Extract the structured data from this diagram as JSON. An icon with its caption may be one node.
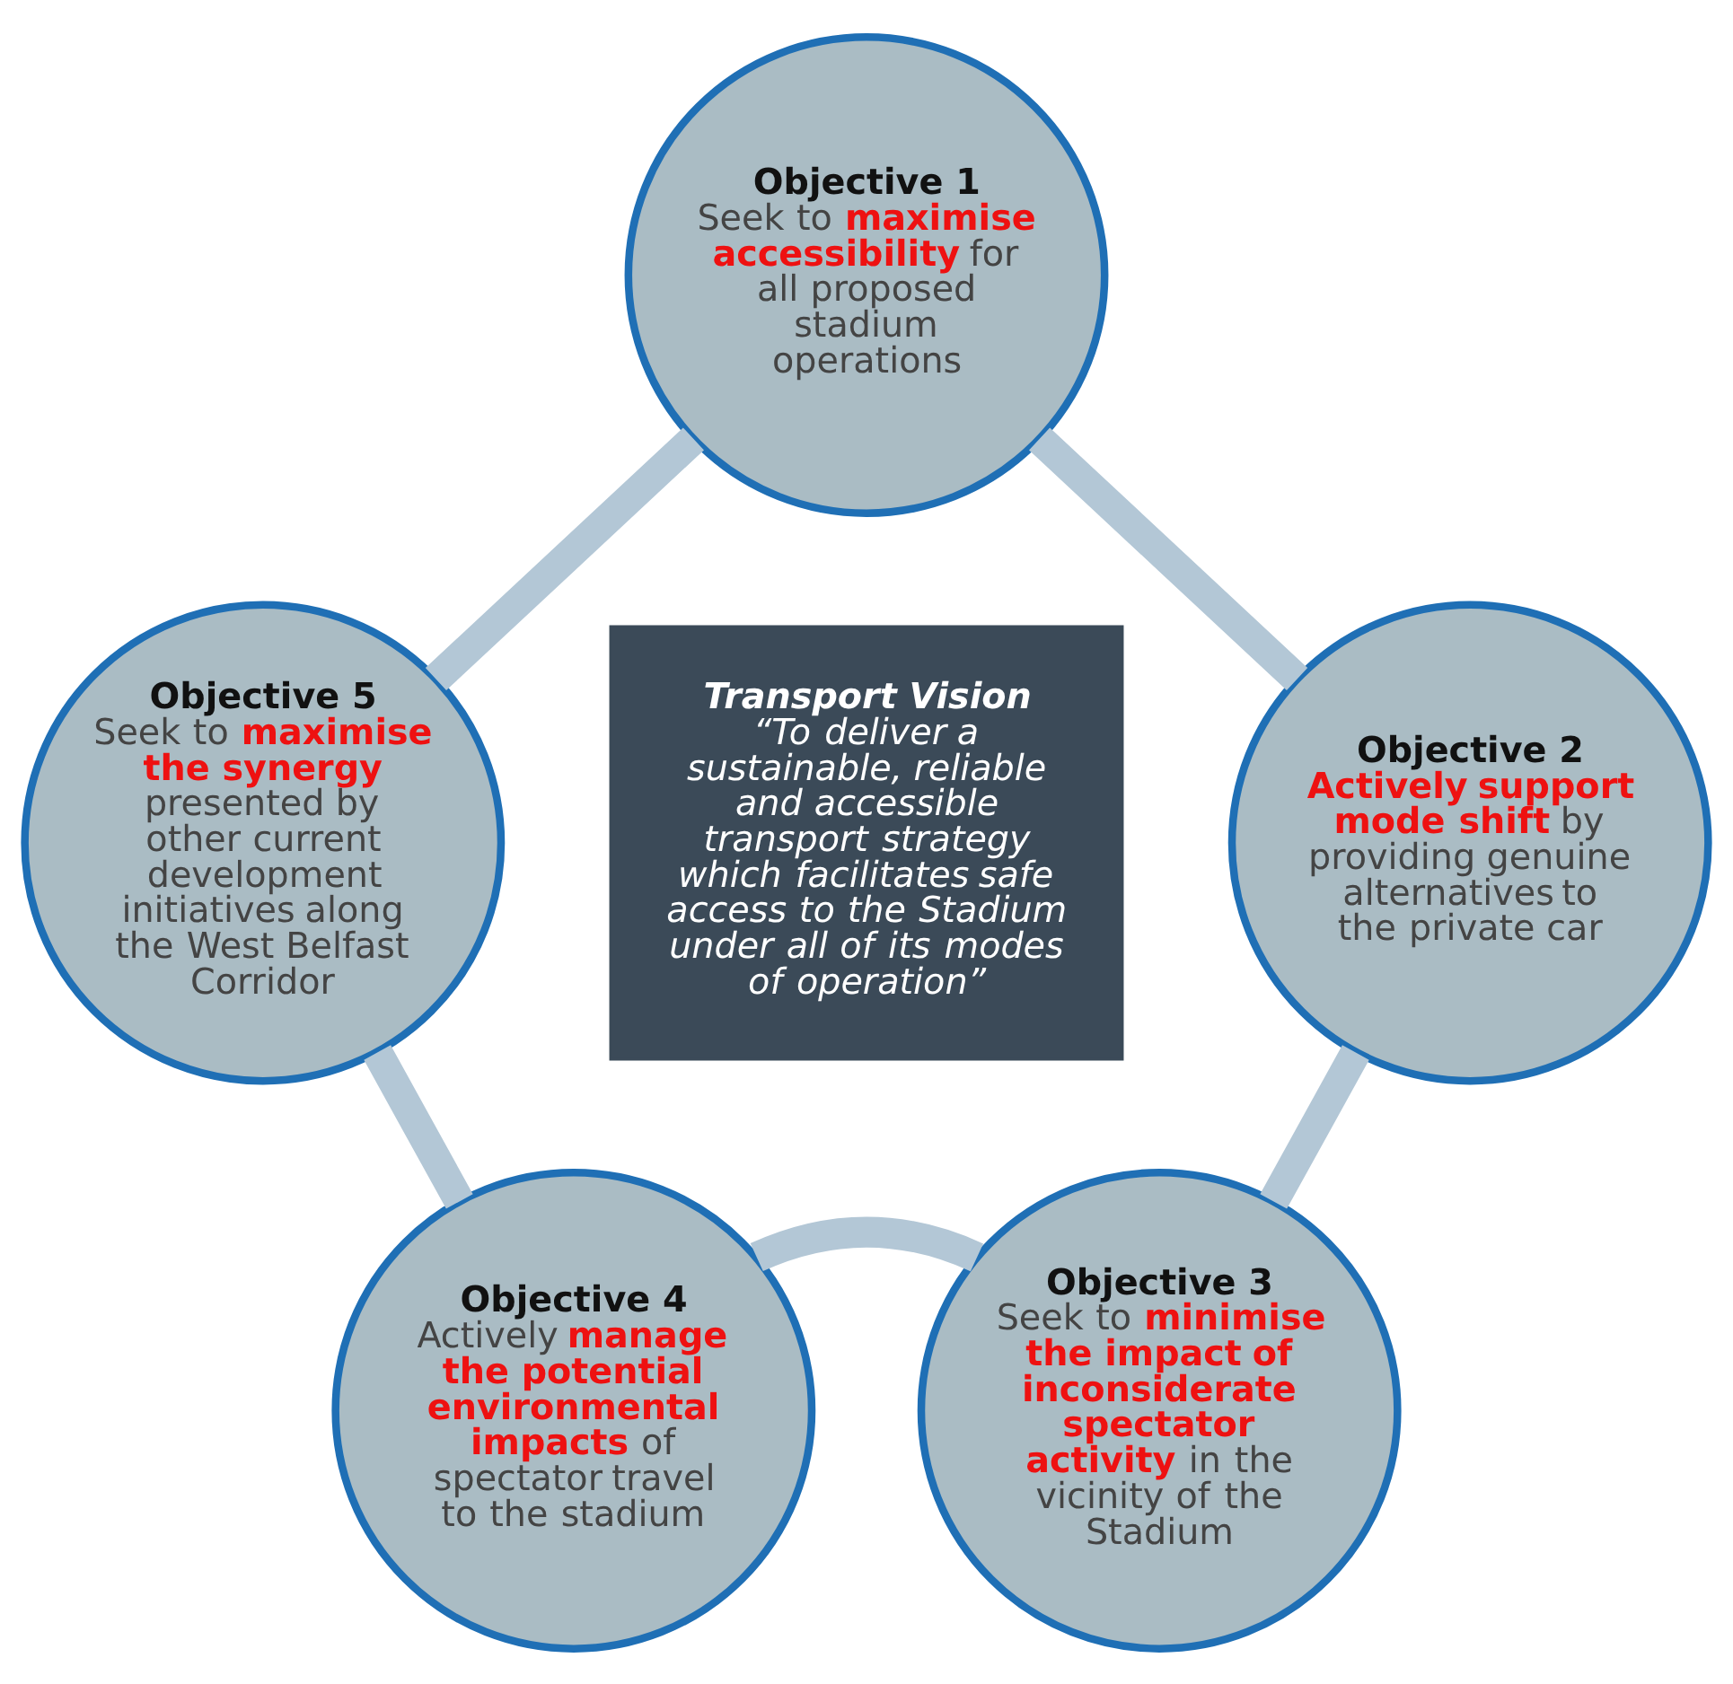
{
  "diagram": {
    "nodes": [
      {
        "text": [
          "Objective 1",
          "Seek to **maximise accessibility** for all proposed stadium operations"
        ]
      },
      {
        "text": [
          "Objective 2",
          "**Actively support mode shift** by providing genuine alternatives to the private car"
        ]
      },
      {
        "text": [
          "Objective 3",
          "Seek to **minimise the impact of inconsiderate spectator activity** in the vicinity of the Stadium"
        ]
      },
      {
        "text": [
          "Objective 4",
          "Actively **manage the potential environmental impacts** of spectator travel to the stadium"
        ]
      },
      {
        "text": [
          "Objective 5",
          "Seek to **maximise the synergy** presented by other current development initiatives along the West Belfast Corridor"
        ]
      },
      {
        "text": [
          "Transport Vision",
          "“To deliver a sustainable, reliable and accessible transport strategy which facilitates safe access to the Stadium under all of its modes of operation”"
        ]
      }
    ],
    "edges": [
      {
        "from": 0,
        "to": 1,
        "arrow": "none"
      },
      {
        "from": 1,
        "to": 2,
        "arrow": "none"
      },
      {
        "from": 2,
        "to": 3,
        "arrow": "none"
      },
      {
        "from": 3,
        "to": 4,
        "arrow": "none"
      },
      {
        "from": 4,
        "to": 0,
        "arrow": "none"
      }
    ]
  }
}
